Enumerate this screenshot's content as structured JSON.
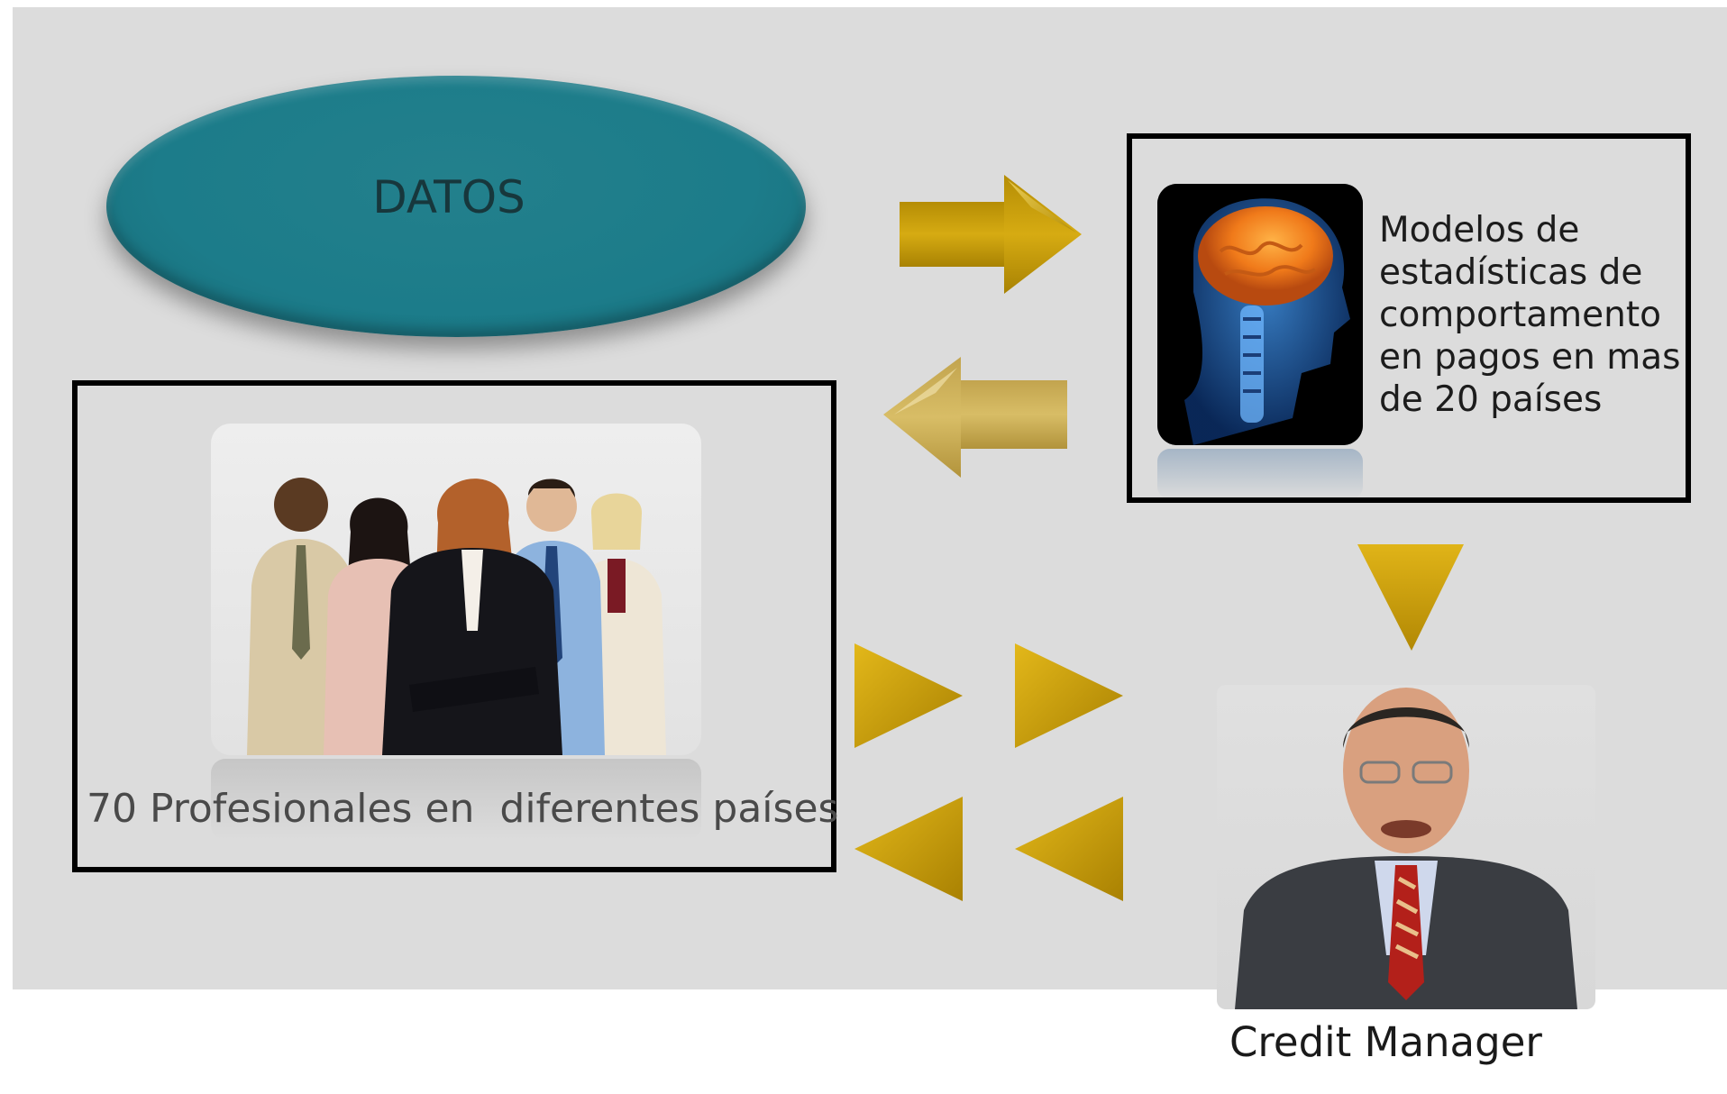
{
  "diagram": {
    "data_node": {
      "label": "DATOS"
    },
    "models_box": {
      "lines": [
        "Modelos de",
        "estadísticas de",
        "comportamento",
        "en pagos en mas",
        "de 20 países"
      ]
    },
    "people_box": {
      "caption": "70 Profesionales en  diferentes países"
    },
    "manager": {
      "caption": "Credit Manager"
    },
    "colors": {
      "background": "#dcdcdc",
      "ellipse": "#1c7c8a",
      "arrow_gold": "#c9a000",
      "box_border": "#000000"
    },
    "icons": [
      "brain-xray-image",
      "business-team-image",
      "credit-manager-image"
    ]
  }
}
